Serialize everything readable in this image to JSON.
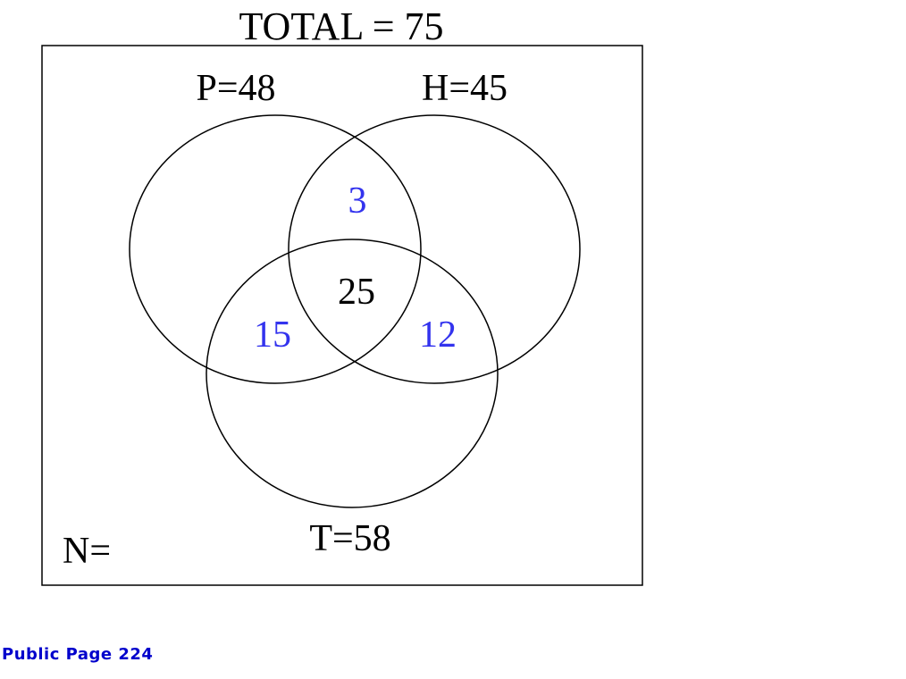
{
  "diagram": {
    "total_label": "TOTAL = 75",
    "sets": {
      "p_label": "P=48",
      "h_label": "H=45",
      "t_label": "T=58"
    },
    "regions": {
      "p_h_only": "3",
      "p_h_t": "25",
      "p_t_only": "15",
      "h_t_only": "12"
    },
    "outside_label": "N=",
    "colors": {
      "outline": "#000000",
      "computed_value": "#3333ee",
      "given_value": "#000000"
    }
  },
  "footer": {
    "page_label": "Public Page 224",
    "color": "#0000cc"
  }
}
